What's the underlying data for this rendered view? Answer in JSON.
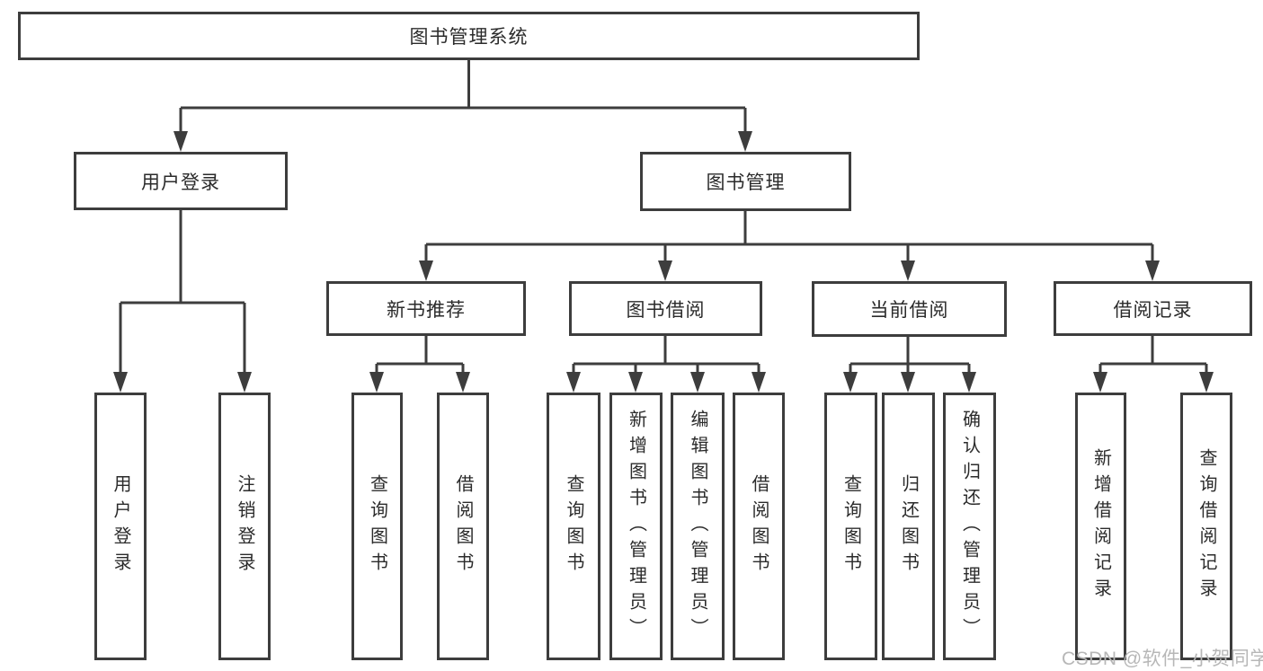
{
  "diagram": {
    "type": "functional-structure-tree",
    "watermark": "CSDN @软件_小贺同学",
    "colors": {
      "line": "#3d3d3d",
      "text": "#2b2b2b",
      "background": "#ffffff",
      "watermark": "#b7b7b7"
    }
  },
  "nodes": {
    "root": {
      "label": "图书管理系统"
    },
    "user_login": {
      "label": "用户登录"
    },
    "book_management": {
      "label": "图书管理"
    },
    "new_book_recommend": {
      "label": "新书推荐"
    },
    "book_borrowing": {
      "label": "图书借阅"
    },
    "current_borrowing": {
      "label": "当前借阅"
    },
    "borrowing_records": {
      "label": "借阅记录"
    },
    "user_login_leaf": {
      "label": "用户登录"
    },
    "logout_leaf": {
      "label": "注销登录"
    },
    "nb_query_books": {
      "label": "查询图书"
    },
    "nb_borrow_books": {
      "label": "借阅图书"
    },
    "bb_query_books": {
      "label": "查询图书"
    },
    "bb_add_books": {
      "label": "新增图书（管理员）"
    },
    "bb_edit_books": {
      "label": "编辑图书（管理员）"
    },
    "bb_borrow_books": {
      "label": "借阅图书"
    },
    "cb_query_books": {
      "label": "查询图书"
    },
    "cb_return_books": {
      "label": "归还图书"
    },
    "cb_confirm_return": {
      "label": "确认归还（管理员）"
    },
    "br_add_record": {
      "label": "新增借阅记录"
    },
    "br_query_record": {
      "label": "查询借阅记录"
    }
  },
  "hierarchy": {
    "root": [
      "user_login",
      "book_management"
    ],
    "user_login": [
      "user_login_leaf",
      "logout_leaf"
    ],
    "book_management": [
      "new_book_recommend",
      "book_borrowing",
      "current_borrowing",
      "borrowing_records"
    ],
    "new_book_recommend": [
      "nb_query_books",
      "nb_borrow_books"
    ],
    "book_borrowing": [
      "bb_query_books",
      "bb_add_books",
      "bb_edit_books",
      "bb_borrow_books"
    ],
    "current_borrowing": [
      "cb_query_books",
      "cb_return_books",
      "cb_confirm_return"
    ],
    "borrowing_records": [
      "br_add_record",
      "br_query_record"
    ]
  }
}
